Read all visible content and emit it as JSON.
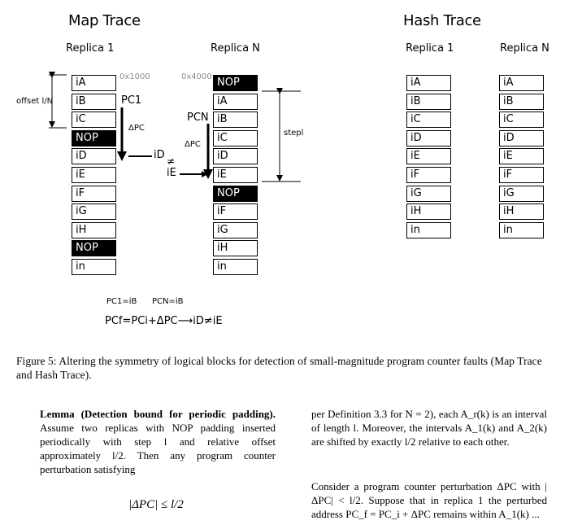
{
  "figure": {
    "map_trace": {
      "title": "Map Trace",
      "replica1": {
        "label": "Replica 1",
        "base_addr": "0x1000",
        "cells": [
          "iA",
          "iB",
          "iC",
          "NOP",
          "iD",
          "iE",
          "iF",
          "iG",
          "iH",
          "NOP",
          "in"
        ]
      },
      "replicaN": {
        "label": "Replica N",
        "base_addr": "0x4000",
        "cells": [
          "NOP",
          "iA",
          "iB",
          "iC",
          "iD",
          "iE",
          "NOP",
          "iF",
          "iG",
          "iH",
          "in"
        ]
      },
      "offset_label": "offset l/N",
      "step_label": "stepl",
      "pc1_label": "PC1",
      "pcn_label": "PCN",
      "delta_pc_1": "ΔPC",
      "delta_pc_n": "ΔPC",
      "id_label": "iD",
      "ie_label": "iE",
      "neq": "≠",
      "note_pc1": "PC1=iB",
      "note_pcn": "PCN=iB",
      "formula": "PCf=PCi+ΔPC⟶iD≠iE"
    },
    "hash_trace": {
      "title": "Hash Trace",
      "replica1": {
        "label": "Replica 1",
        "cells": [
          "iA",
          "iB",
          "iC",
          "iD",
          "iE",
          "iF",
          "iG",
          "iH",
          "in"
        ]
      },
      "replicaN": {
        "label": "Replica N",
        "cells": [
          "iA",
          "iB",
          "iC",
          "iD",
          "iE",
          "iF",
          "iG",
          "iH",
          "in"
        ]
      }
    }
  },
  "caption": "Figure 5: Altering the symmetry of logical blocks for detection of small-magnitude program counter faults (Map Trace and Hash Trace).",
  "left_column": {
    "lemma_title": "Lemma (Detection bound for periodic padding).",
    "lemma_body": "Assume two replicas with NOP padding inserted periodically with step l and relative offset approximately l/2. Then any program counter perturbation satisfying",
    "equation": "|ΔPC| ≤ l/2"
  },
  "right_column": {
    "para1": "per Definition 3.3 for N = 2), each A_r(k) is an interval of length l. Moreover, the intervals A_1(k) and A_2(k) are shifted by exactly l/2 relative to each other.",
    "para2": "Consider a program counter perturbation ΔPC with |ΔPC| < l/2. Suppose that in replica 1 the perturbed address PC_f = PC_i + ΔPC remains within A_1(k) ..."
  }
}
